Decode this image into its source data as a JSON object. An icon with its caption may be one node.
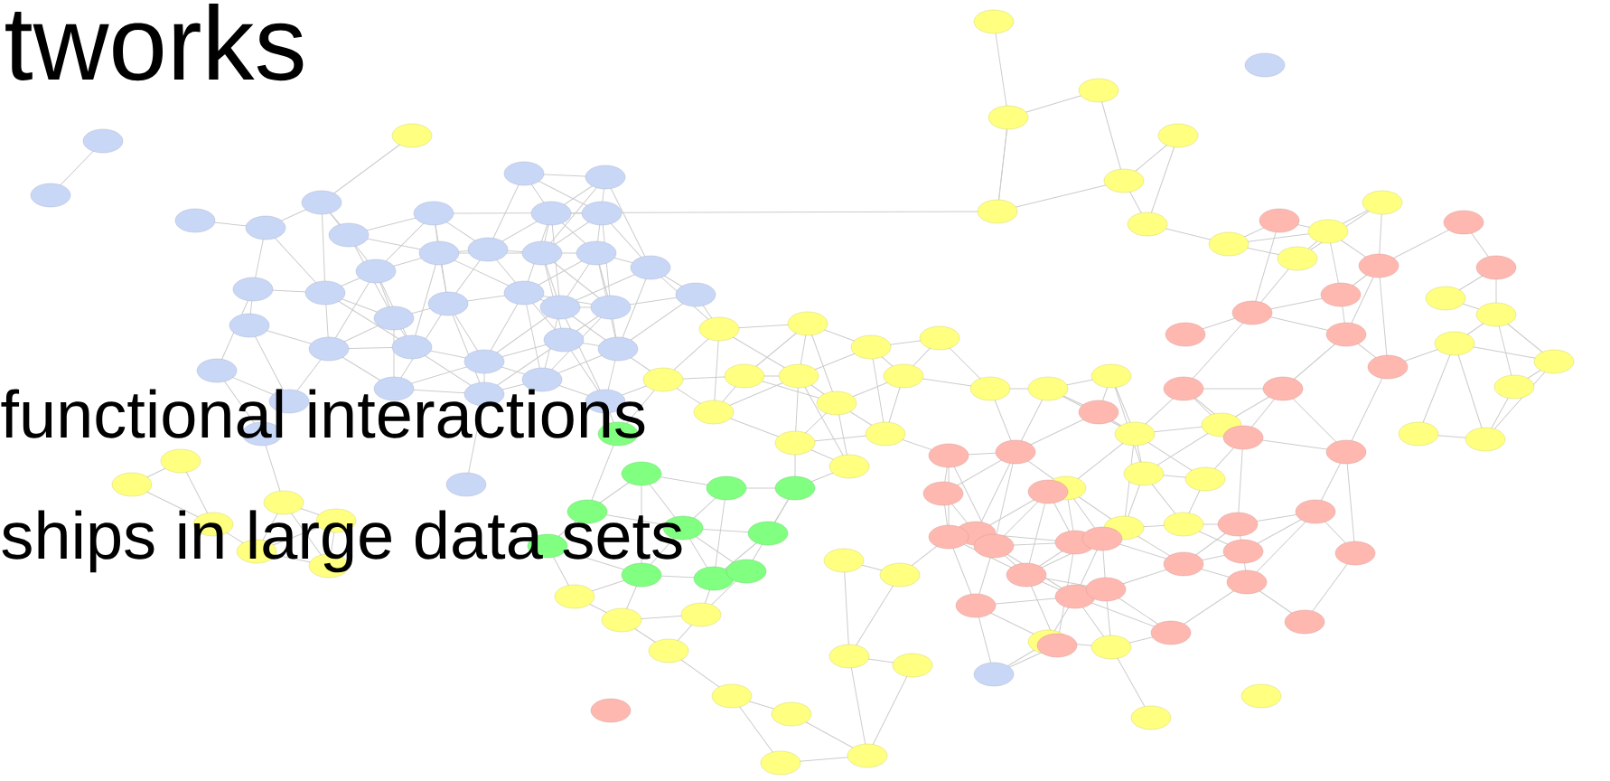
{
  "diagram": {
    "title": "tworks",
    "labels": [
      "functional interactions",
      "ships in large data sets"
    ]
  }
}
